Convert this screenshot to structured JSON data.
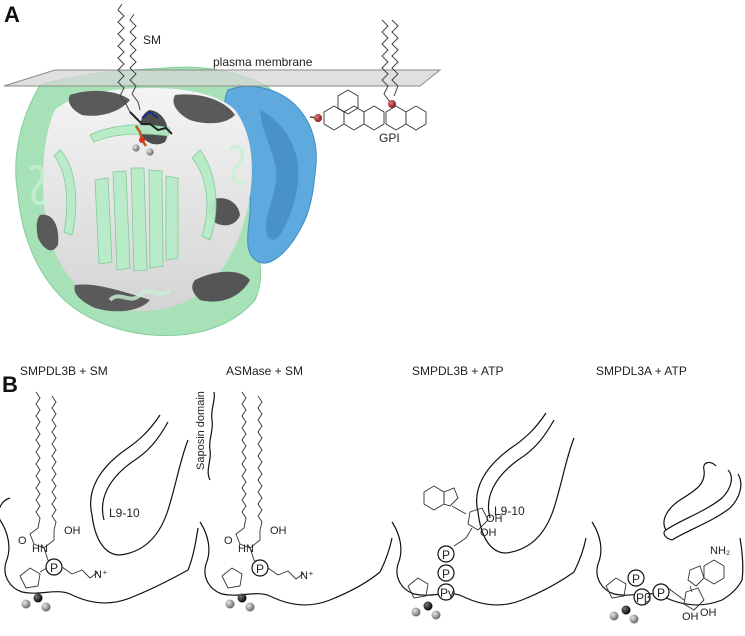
{
  "panelA": {
    "letter": "A",
    "labels": {
      "sm": "SM",
      "membrane": "plasma membrane",
      "gpi": "GPI"
    },
    "colors": {
      "green_surface": "#9bdcb0",
      "blue_surface": "#5aa6dc",
      "dark_pocket": "#555555",
      "membrane": "#d9d9d9"
    }
  },
  "panelB": {
    "letter": "B",
    "schemes": [
      {
        "title": "SMPDL3B + SM",
        "loop_label": "L9-10",
        "phosphates": [
          "P"
        ]
      },
      {
        "title": "ASMase + SM",
        "side_label": "Saposin domain",
        "phosphates": [
          "P"
        ]
      },
      {
        "title": "SMPDL3B + ATP",
        "loop_label": "L9-10",
        "phosphates": [
          "P",
          "P",
          "Pγ"
        ]
      },
      {
        "title": "SMPDL3A + ATP",
        "phosphates": [
          "P",
          "Pβ",
          "P"
        ]
      }
    ],
    "annotations": {
      "hn": "HN",
      "oh": "OH",
      "o": "O",
      "nh2": "NH₂"
    }
  }
}
